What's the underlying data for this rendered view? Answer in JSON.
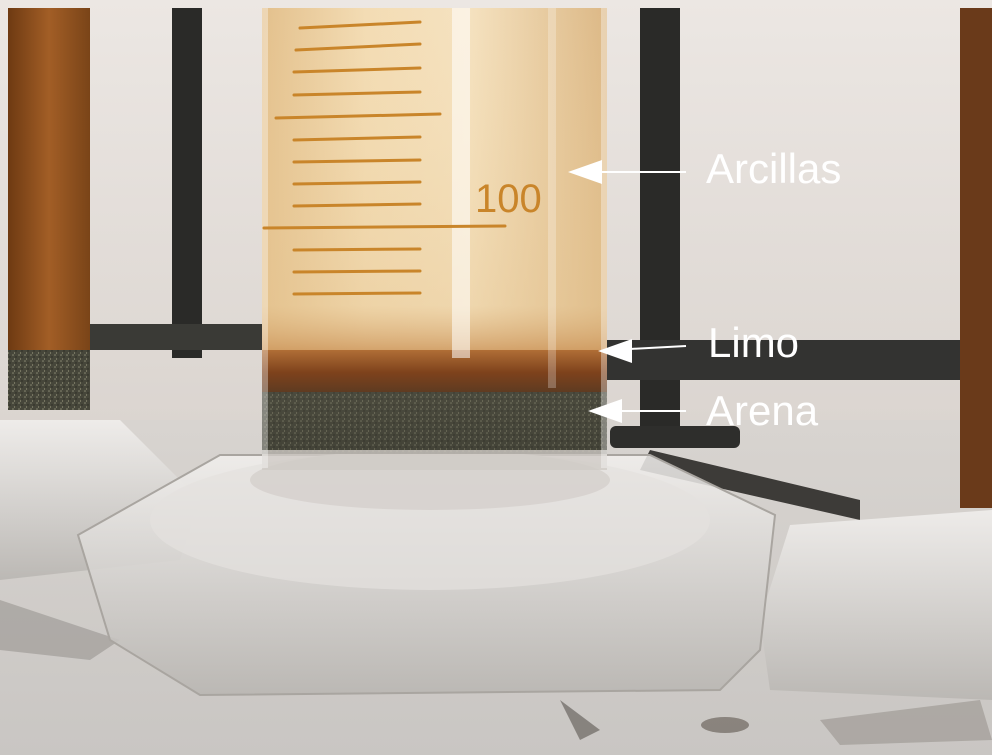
{
  "annotations": {
    "arcillas": "Arcillas",
    "limo": "Limo",
    "arena": "Arena"
  },
  "cylinder_scale": {
    "mark": "100"
  },
  "colors": {
    "wall": "#e9e4e0",
    "clay_suspension": "#efd5a8",
    "silt_band": "#8a4a1e",
    "sand_layer": "#4a4a3c",
    "scale_marks": "#c9852a",
    "stand_metal": "#2a2a28",
    "label_text": "#ffffff"
  }
}
